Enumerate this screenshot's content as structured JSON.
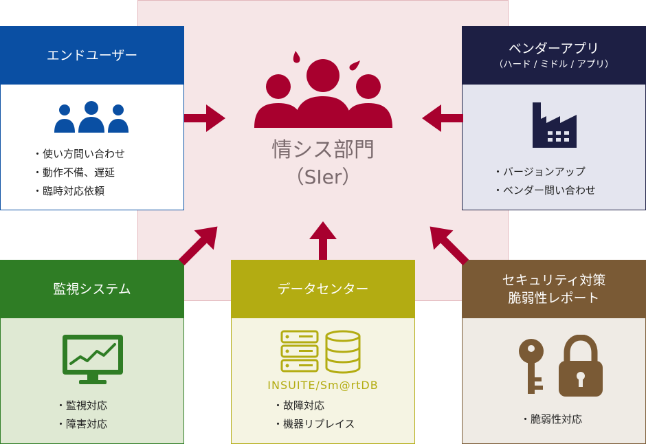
{
  "center": {
    "title": "情シス部門",
    "subtitle": "（SIer）"
  },
  "end_user": {
    "title": "エンドユーザー",
    "items": [
      "・使い方問い合わせ",
      "・動作不備、遅延",
      "・臨時対応依頼"
    ]
  },
  "vendor": {
    "title": "ベンダーアプリ",
    "subtitle": "（ハード / ミドル / アプリ）",
    "items": [
      "・バージョンアップ",
      "・ベンダー問い合わせ"
    ]
  },
  "monitoring": {
    "title": "監視システム",
    "items": [
      "・監視対応",
      "・障害対応"
    ]
  },
  "datacenter": {
    "title": "データセンター",
    "product": "INSUITE/Sm@rtDB",
    "items": [
      "・故障対応",
      "・機器リプレイス"
    ]
  },
  "security": {
    "title_line1": "セキュリティ対策",
    "title_line2": "脆弱性レポート",
    "items": [
      "・脆弱性対応"
    ]
  },
  "colors": {
    "end_user": "#0a4fa3",
    "vendor": "#1d1f44",
    "monitoring": "#2f7d25",
    "datacenter": "#b3ac12",
    "security": "#7a5a35",
    "arrow": "#a8002e",
    "center_icon": "#a8002e"
  },
  "icons": {
    "center": "people-group-icon",
    "end_user": "users-icon",
    "vendor": "factory-icon",
    "monitoring": "monitor-chart-icon",
    "datacenter": "server-database-icon",
    "security_key": "key-icon",
    "security_lock": "padlock-icon"
  }
}
